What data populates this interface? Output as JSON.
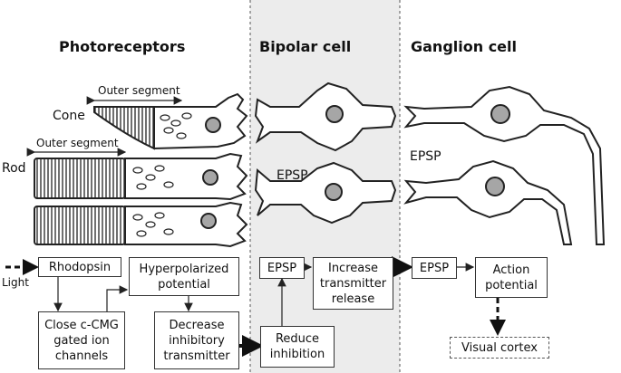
{
  "headers": {
    "photoreceptors": "Photoreceptors",
    "bipolar": "Bipolar cell",
    "ganglion": "Ganglion cell"
  },
  "labels": {
    "cone": "Cone",
    "rod": "Rod",
    "outer_segment_cone": "Outer segment",
    "outer_segment_rod": "Outer segment",
    "epsp_bipolar": "EPSP",
    "epsp_ganglion": "EPSP",
    "light": "Light"
  },
  "boxes": {
    "rhodopsin": "Rhodopsin",
    "hyperpolarized": "Hyperpolarized\npotential",
    "close_channels": "Close c-CMG\ngated ion\nchannels",
    "decrease": "Decrease\ninhibitory\ntransmitter",
    "epsp1": "EPSP",
    "reduce": "Reduce\ninhibition",
    "increase": "Increase\ntransmitter\nrelease",
    "epsp2": "EPSP",
    "action": "Action\npotential",
    "visual_cortex": "Visual cortex"
  },
  "colors": {
    "bipolar_panel": "#ececec",
    "nucleus": "#a6a6a6",
    "line": "#222222"
  }
}
